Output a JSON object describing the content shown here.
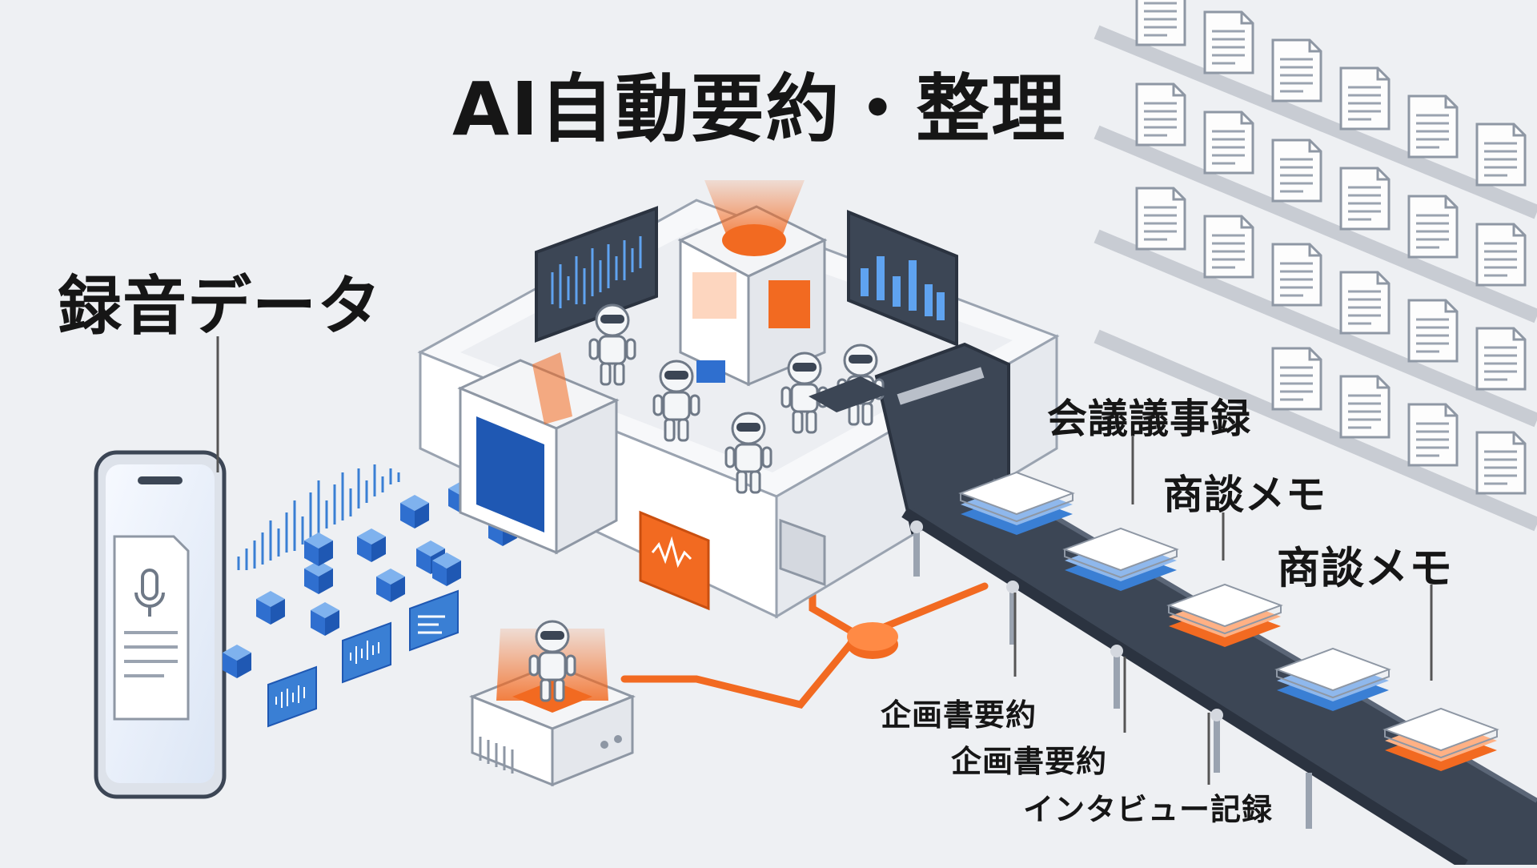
{
  "title": "AI自動要約・整理",
  "input_label": "録音データ",
  "outputs": [
    {
      "text": "会議議事録"
    },
    {
      "text": "商談メモ"
    },
    {
      "text": "商談メモ"
    },
    {
      "text": "企画書要約"
    },
    {
      "text": "企画書要約"
    },
    {
      "text": "インタビュー記録"
    }
  ],
  "colors": {
    "accent": "#f26a21",
    "blue": "#3a7fd4",
    "dark": "#3c4655",
    "background": "#eef0f3",
    "machine": "#ffffff"
  },
  "icons": [
    "microphone-icon",
    "document-icon",
    "robot-icon",
    "waveform-icon",
    "bar-chart-icon"
  ]
}
